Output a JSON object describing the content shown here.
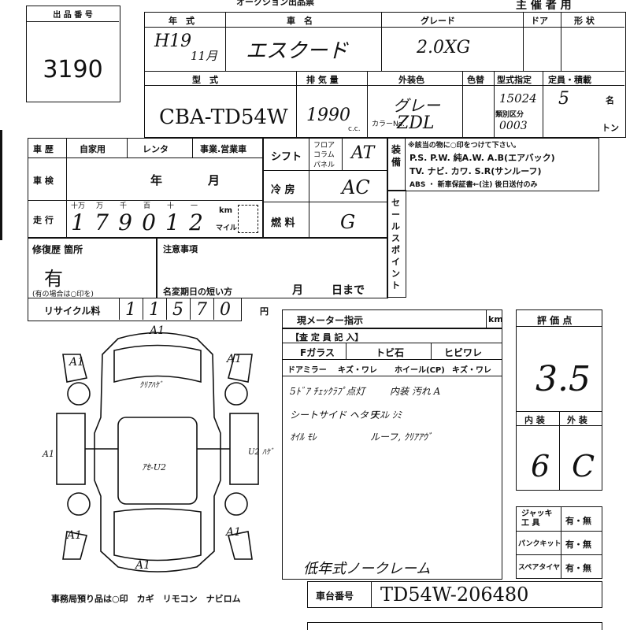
{
  "header": {
    "lot_label": "出 品 番 号",
    "lot_number": "3190",
    "title_partial": "オークション出品票",
    "owner_label": "主 催 者 用"
  },
  "labels": {
    "year": "年　式",
    "car_name": "車　名",
    "grade": "グレード",
    "doors": "ドア",
    "body_type": "形 状",
    "model": "型　式",
    "displacement": "排 気 量",
    "ext_color": "外装色",
    "color_no": "色替",
    "type_code": "型式指定",
    "class_code": "類別区分",
    "capacity": "定員・積載",
    "capacity_unit": "名",
    "load_unit": "トン",
    "cc_unit": "c.c.",
    "color_code_label": "カラーNo.",
    "history": "車 歴",
    "history_options": [
      "自家用",
      "レンタ",
      "事業.営業車"
    ],
    "inspection": "車 検",
    "year_unit": "年",
    "month_unit": "月",
    "mileage": "走 行",
    "digit_units": [
      "十万",
      "万",
      "千",
      "百",
      "十",
      "一"
    ],
    "km": "km",
    "mile": "マイル",
    "shift": "シフト",
    "shift_options": [
      "フロア",
      "コラム",
      "パネル"
    ],
    "ac": "冷 房",
    "fuel": "燃 料",
    "equipment": "装 備",
    "equipment_note": "※該当の物に○印をつけて下さい。",
    "equip_row1": "P.S. P.W. 純A.W. A.B(エアバック)",
    "equip_row2": "TV. ナビ. カワ. S.R(サンルーフ)",
    "equip_row3": "ABS ・ 新車保証書←(注) 後日送付のみ",
    "sale_point": "セールスポイント",
    "repair": "修復歴 箇所",
    "repair_note": "(有の場合は○印を)",
    "caution": "注意事項",
    "name_change": "名変期日の短い方",
    "month": "月",
    "day_until": "日まで",
    "recycle": "リサイクル料",
    "yen": "円",
    "meter": "現メーター指示",
    "meter_unit": "km",
    "inspector": "【査 定 員 記 入】",
    "f_glass": "Fガラス",
    "crack_stone": "トビ石",
    "crack_line": "ヒビワレ",
    "door_mirror": "ドアミラー",
    "mirror_opts": "キズ・ワレ",
    "wheel": "ホイール(CP)",
    "wheel_opts": "キズ・ワレ",
    "score": "評 価 点",
    "interior": "内 装",
    "exterior": "外 装",
    "jack": "ジャッキ 工 具",
    "puncture": "パンクキット",
    "spare": "スペアタイヤ",
    "yesno": "有・無",
    "chassis": "車台番号",
    "office_items": "事務局預り品は○印　カギ　リモコン　ナビロム"
  },
  "values": {
    "year": "H19",
    "month": "11月",
    "car_name": "エスクード",
    "grade": "2.0XG",
    "model": "CBA-TD54W",
    "displacement": "1990",
    "ext_color": "グレー",
    "color_code": "ZDL",
    "type_code": "15024",
    "class_code": "0003",
    "capacity": "5",
    "mileage_digits": [
      "1",
      "7",
      "9",
      "0",
      "1",
      "2"
    ],
    "shift": "AT",
    "ac": "AC",
    "fuel": "G",
    "repair": "有",
    "recycle_digits": [
      "1",
      "1",
      "5",
      "7",
      "0"
    ],
    "score": "3.5",
    "interior": "6",
    "exterior": "C",
    "notes": [
      "5ﾄﾞｱ ﾁｪｯｸﾗﾌﾟ点灯",
      "内装 汚れ A",
      "シートサイド ヘタリ",
      "天ｽﾚ ｼﾐ",
      "ｵｲﾙ ﾓﾚ",
      "ルーフ, ｸﾘｱｱｳﾞ"
    ],
    "low_year": "低年式ノークレーム",
    "chassis": "TD54W-206480",
    "car_marks": {
      "a1": "A1",
      "clear": "ｸﾘｱﾊｹﾞ",
      "center": "ｱｾ-U2",
      "right_side": "U2 ﾊｹﾞ",
      "left_a": "A1"
    }
  }
}
